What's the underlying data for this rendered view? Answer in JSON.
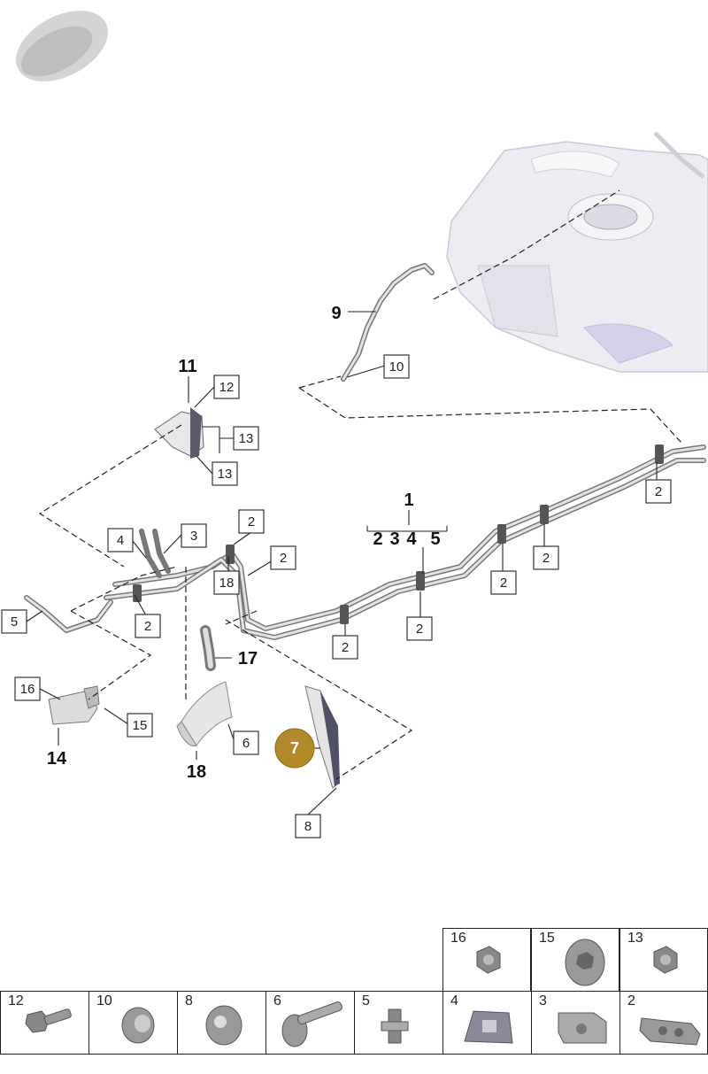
{
  "callouts": {
    "c1": "1",
    "c1_subs": [
      "2",
      "3",
      "4",
      "5"
    ],
    "c2": "2",
    "c3": "3",
    "c4": "4",
    "c5": "5",
    "c6": "6",
    "c7": "7",
    "c8": "8",
    "c9": "9",
    "c10": "10",
    "c11": "11",
    "c12": "12",
    "c13": "13",
    "c14": "14",
    "c15": "15",
    "c16": "16",
    "c17": "17",
    "c18": "18"
  },
  "highlight_color": "#b38a2a",
  "parts_table": {
    "top_row": [
      "16",
      "15",
      "13"
    ],
    "bottom_row": [
      "12",
      "10",
      "8",
      "6",
      "5",
      "4",
      "3",
      "2"
    ]
  }
}
